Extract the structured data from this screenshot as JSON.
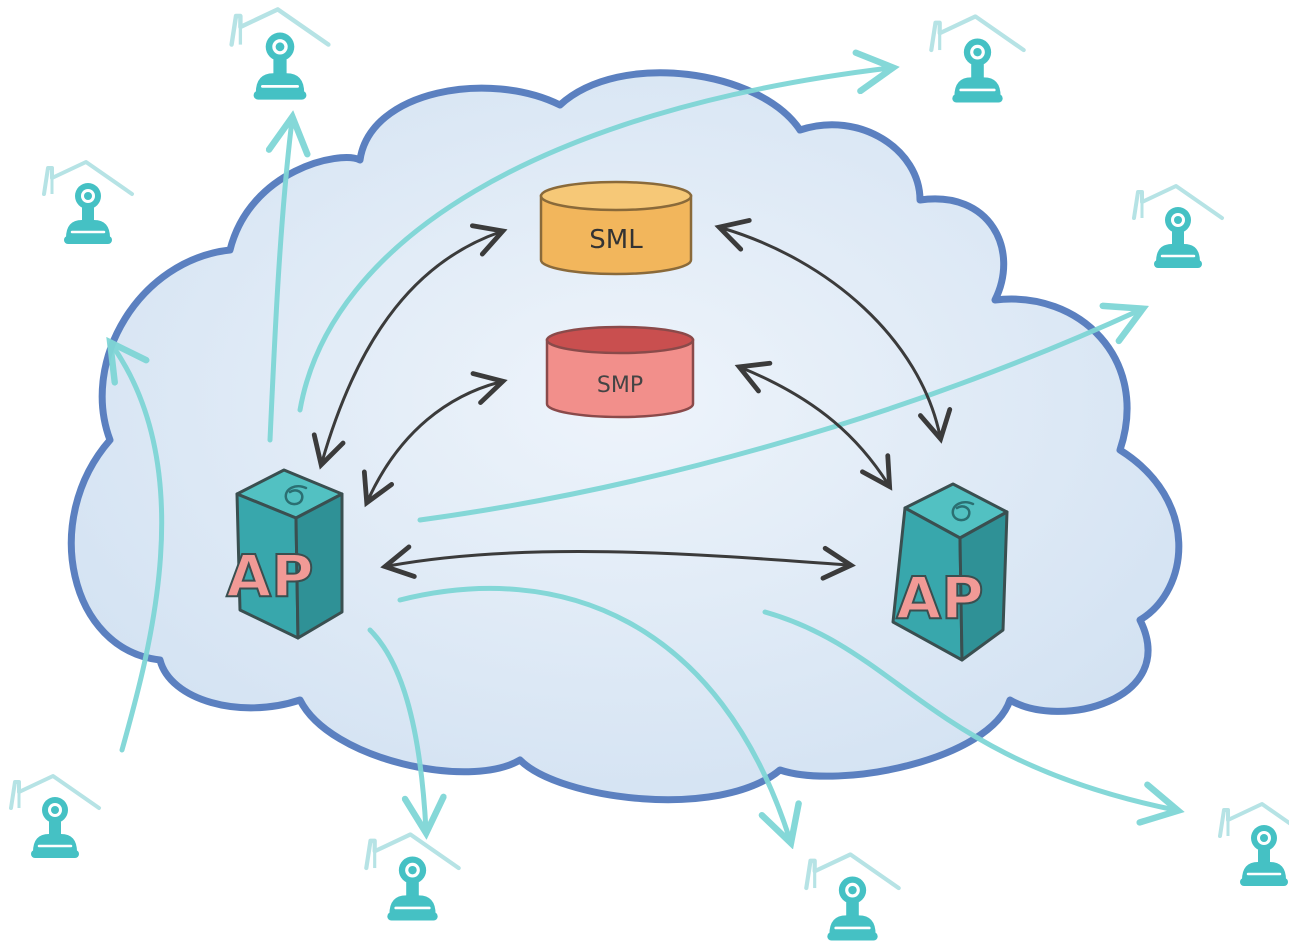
{
  "diagram": {
    "databases": [
      {
        "id": "sml",
        "label": "SML",
        "color": "#f2b65c",
        "top_color": "#f6c877",
        "edge_color": "#8a6a3a"
      },
      {
        "id": "smp",
        "label": "SMP",
        "color": "#f28f8b",
        "top_color": "#c94f4f",
        "edge_color": "#8a4a4a"
      }
    ],
    "access_points": [
      {
        "id": "ap-left",
        "label": "AP",
        "face_color": "#38a7ac",
        "top_color": "#52c1c2",
        "letter_color": "#f19a96"
      },
      {
        "id": "ap-right",
        "label": "AP",
        "face_color": "#38a7ac",
        "top_color": "#52c1c2",
        "letter_color": "#f19a96"
      }
    ],
    "colors": {
      "cloud_fill": "#dbe8f5",
      "cloud_outline": "#5b80c0",
      "exchange_arrow": "#3b3b3b",
      "delivery_arrow": "#7fd6d6",
      "user_icon": "#45c1c4",
      "roof": "#b6e3e5"
    },
    "icons": {
      "endpoint": "house-user-icon",
      "database": "database-cylinder-icon",
      "access_point": "access-point-box-icon"
    }
  }
}
